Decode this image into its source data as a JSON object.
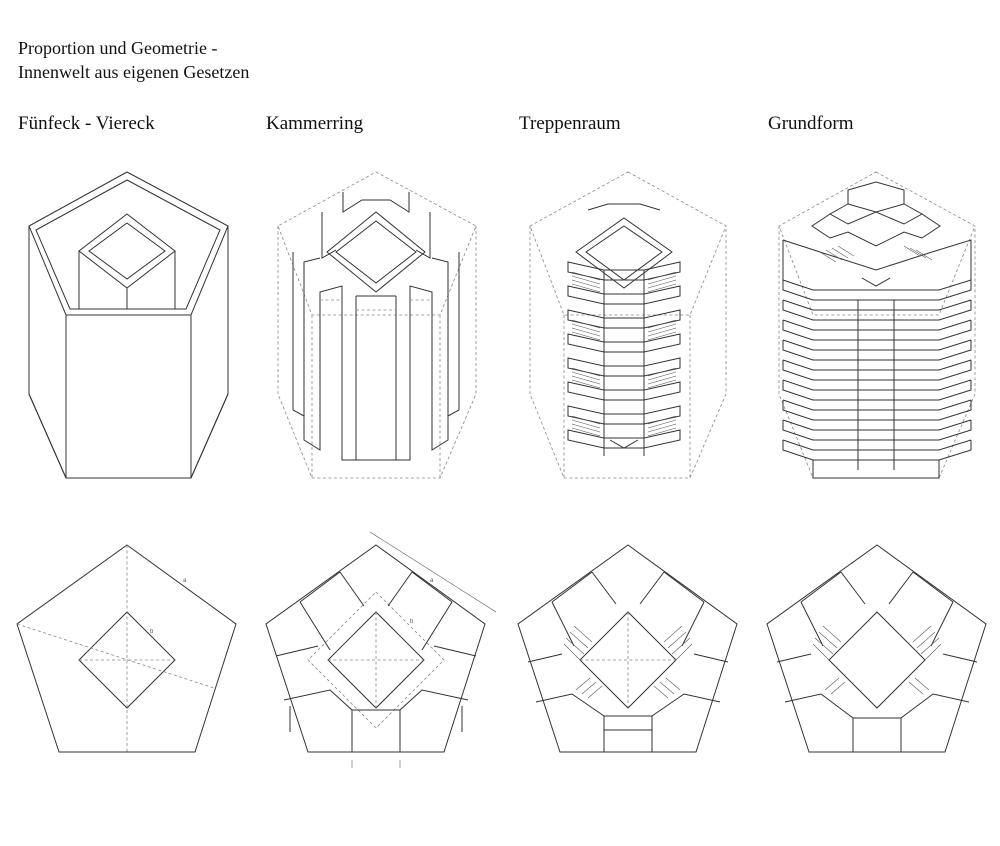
{
  "heading": {
    "line1": "Proportion und Geometrie -",
    "line2": "Innenwelt aus eigenen Gesetzen"
  },
  "columns": [
    {
      "label": "Fünfeck - Viereck"
    },
    {
      "label": "Kammerring"
    },
    {
      "label": "Treppenraum"
    },
    {
      "label": "Grundform"
    }
  ],
  "dimension_marks": {
    "a": "a",
    "b": "b"
  }
}
